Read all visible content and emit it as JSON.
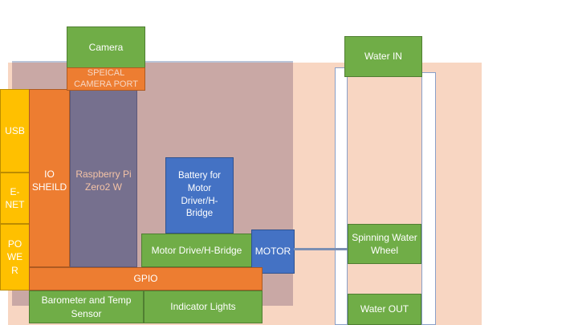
{
  "colors": {
    "green": "#70ad47",
    "orange": "#ed7d31",
    "yellow": "#ffc000",
    "blue": "#4472c4",
    "purple": "#76708e",
    "peach_background": "#f8d6c2",
    "gray_overlay": "#c9a8a5"
  },
  "labels": {
    "camera": "Camera",
    "special_camera_port": "SPEICAL\nCAMERA PORT",
    "usb": "USB",
    "enet": "E-\nNET",
    "power": "PO\nWE\nR",
    "io_shield": "IO\nSHEILD",
    "raspberry_pi": "Raspberry Pi\nZero2 W",
    "battery": "Battery for\nMotor\nDriver/H-\nBridge",
    "motor_driver": "Motor Drive/H-Bridge",
    "motor": "MOTOR",
    "gpio": "GPIO",
    "barometer": "Barometer and Temp\nSensor",
    "indicator_lights": "Indicator Lights",
    "water_in": "Water IN",
    "spinning_wheel": "Spinning Water\nWheel",
    "water_out": "Water OUT"
  }
}
